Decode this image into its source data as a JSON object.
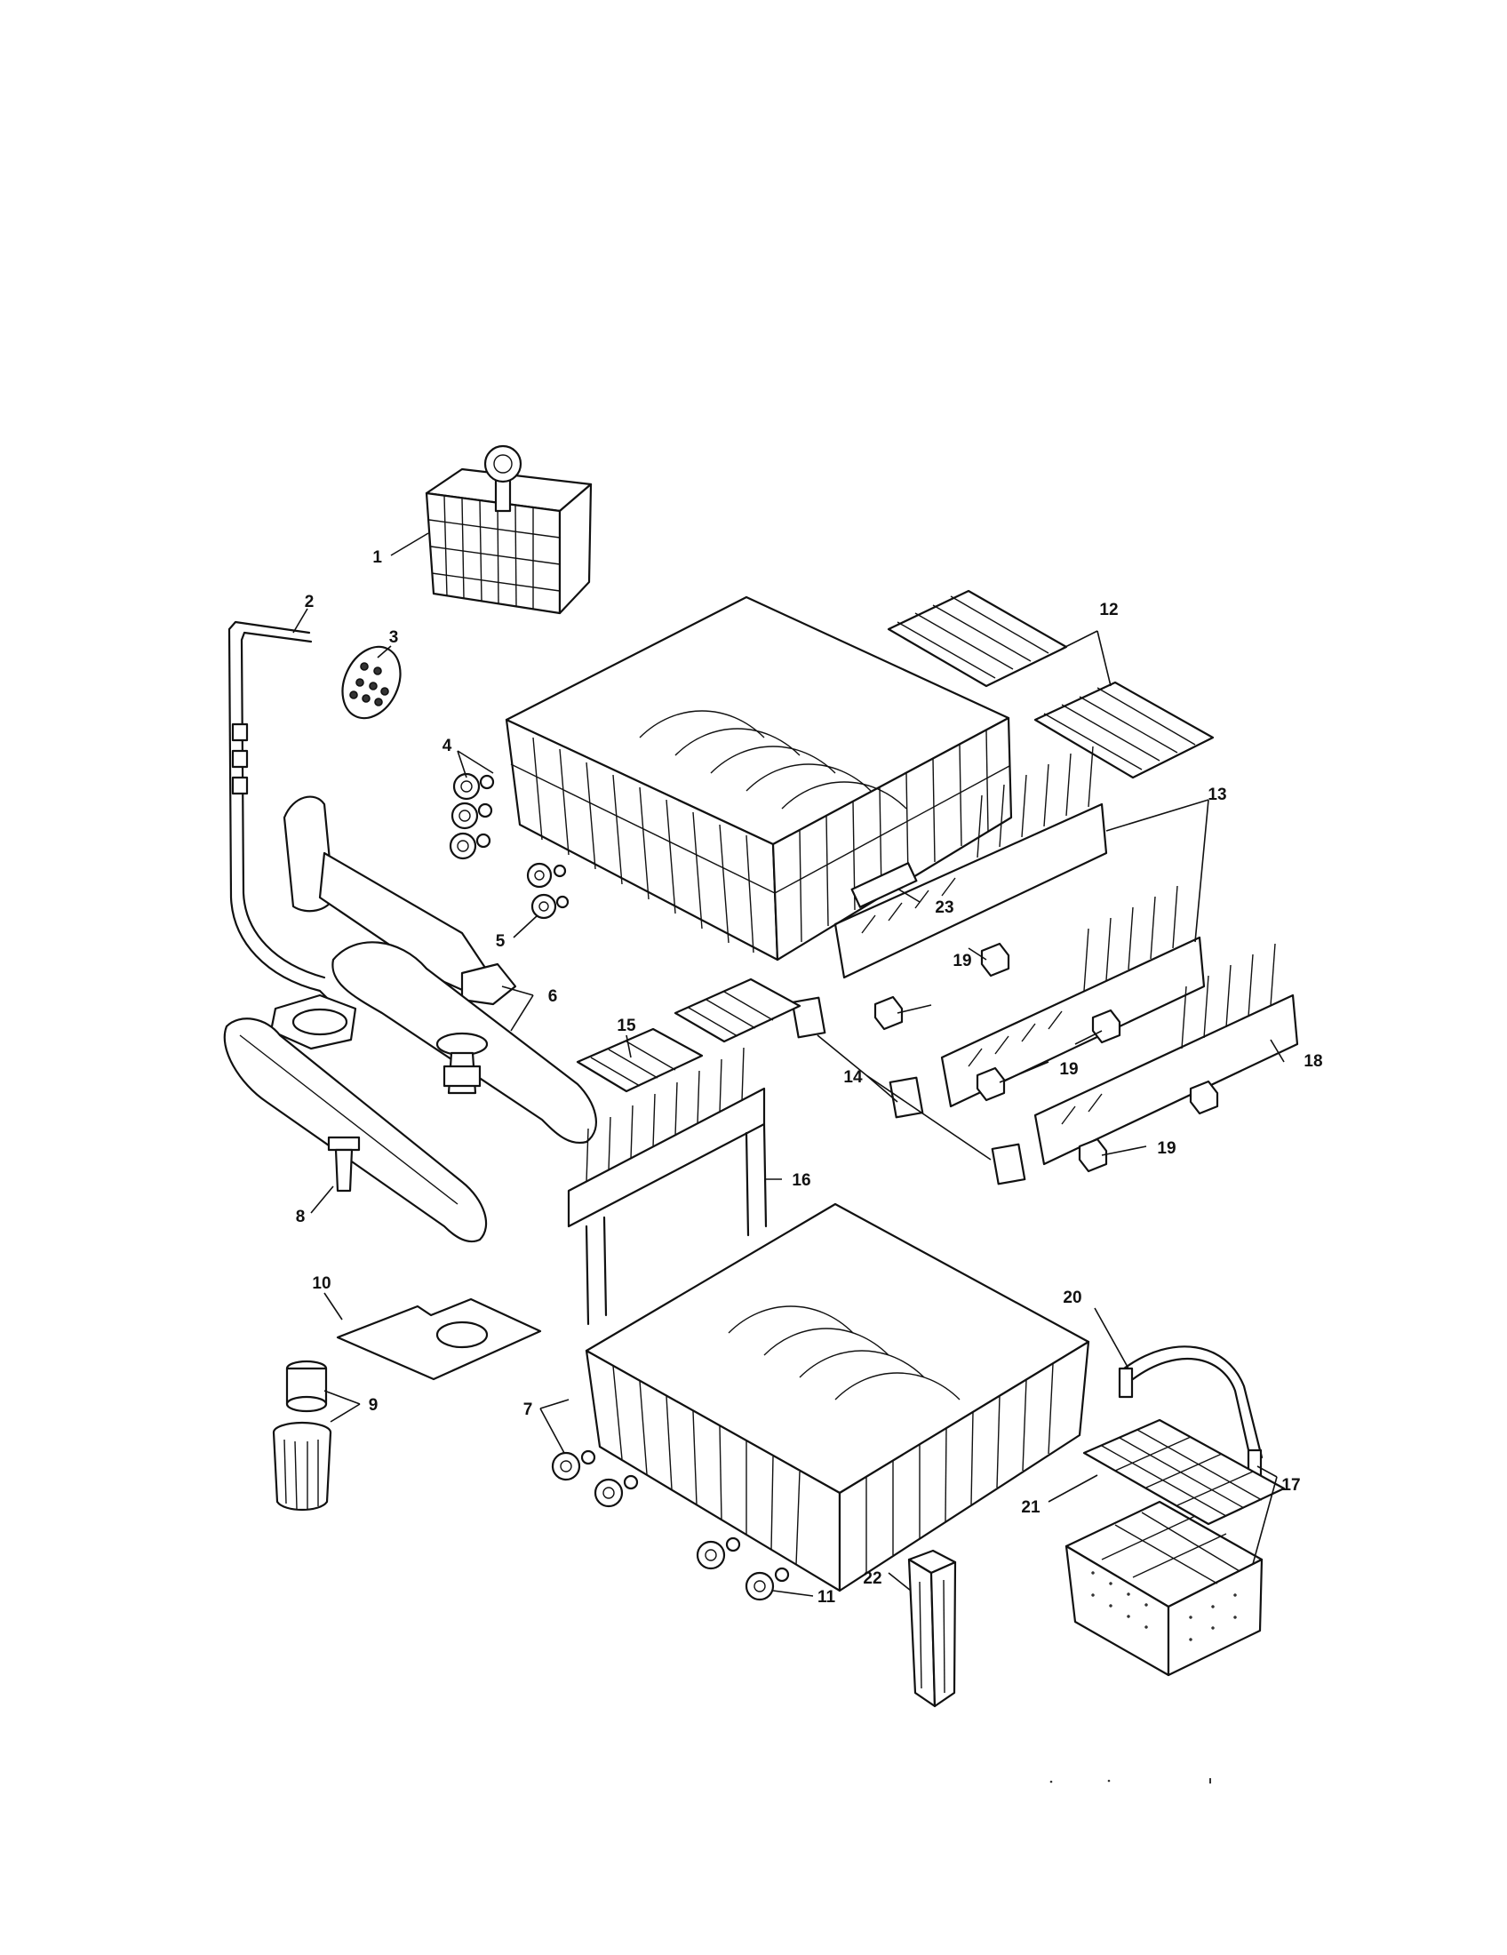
{
  "callouts": [
    {
      "id": "1",
      "text": "1"
    },
    {
      "id": "2",
      "text": "2"
    },
    {
      "id": "3",
      "text": "3"
    },
    {
      "id": "4",
      "text": "4"
    },
    {
      "id": "5",
      "text": "5"
    },
    {
      "id": "6",
      "text": "6"
    },
    {
      "id": "7",
      "text": "7"
    },
    {
      "id": "8",
      "text": "8"
    },
    {
      "id": "9",
      "text": "9"
    },
    {
      "id": "10",
      "text": "10"
    },
    {
      "id": "11",
      "text": "11"
    },
    {
      "id": "12",
      "text": "12"
    },
    {
      "id": "13",
      "text": "13"
    },
    {
      "id": "14",
      "text": "14"
    },
    {
      "id": "15",
      "text": "15"
    },
    {
      "id": "16",
      "text": "16"
    },
    {
      "id": "17",
      "text": "17"
    },
    {
      "id": "18",
      "text": "18"
    },
    {
      "id": "19a",
      "text": "19"
    },
    {
      "id": "19b",
      "text": "19"
    },
    {
      "id": "19c",
      "text": "19"
    },
    {
      "id": "20",
      "text": "20"
    },
    {
      "id": "21",
      "text": "21"
    },
    {
      "id": "22",
      "text": "22"
    },
    {
      "id": "23",
      "text": "23"
    }
  ]
}
